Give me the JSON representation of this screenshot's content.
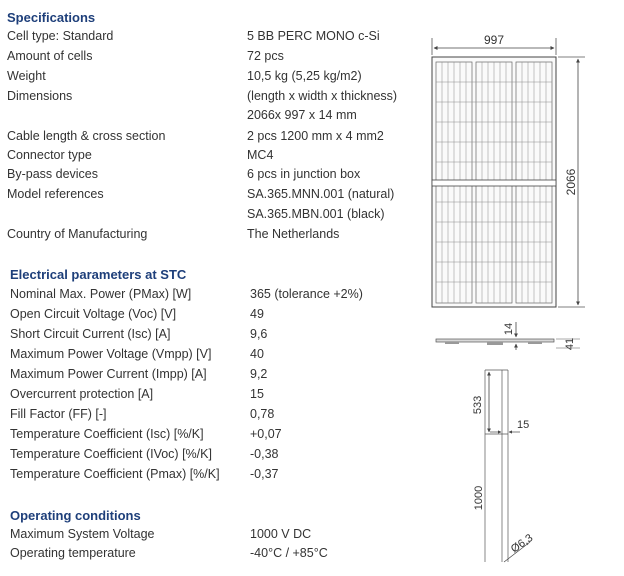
{
  "specifications": {
    "heading": "Specifications",
    "rows": [
      {
        "label": "Cell type: Standard",
        "value": "5 BB PERC MONO c-Si"
      },
      {
        "label": "Amount of cells",
        "value": "72 pcs"
      },
      {
        "label": "Weight",
        "value": "10,5 kg (5,25 kg/m2)"
      },
      {
        "label": "Dimensions",
        "value": "(length x width x thickness)"
      },
      {
        "label": "",
        "value": "2066x 997 x 14 mm"
      },
      {
        "label": "Cable length & cross section",
        "value": "2 pcs 1200 mm x 4 mm2"
      },
      {
        "label": "Connector type",
        "value": "MC4"
      },
      {
        "label": "By-pass devices",
        "value": "6 pcs in junction box"
      },
      {
        "label": "Model references",
        "value": "SA.365.MNN.001 (natural)"
      },
      {
        "label": "",
        "value": "SA.365.MBN.001 (black)"
      },
      {
        "label": "Country of Manufacturing",
        "value": "The Netherlands"
      }
    ]
  },
  "electrical": {
    "heading": "Electrical parameters at STC",
    "rows": [
      {
        "label": "Nominal Max. Power (PMax) [W]",
        "value": "365 (tolerance +2%)"
      },
      {
        "label": "Open Circuit Voltage (Voc) [V]",
        "value": "49"
      },
      {
        "label": "Short Circuit Current (Isc) [A]",
        "value": "9,6"
      },
      {
        "label": "Maximum Power Voltage (Vmpp) [V]",
        "value": "40"
      },
      {
        "label": "Maximum Power Current (Impp) [A]",
        "value": "9,2"
      },
      {
        "label": "Overcurrent protection [A]",
        "value": "15"
      },
      {
        "label": "Fill Factor (FF) [-]",
        "value": "0,78"
      },
      {
        "label": "Temperature Coefficient (Isc) [%/K]",
        "value": "+0,07"
      },
      {
        "label": "Temperature Coefficient (IVoc) [%/K]",
        "value": "-0,38"
      },
      {
        "label": "Temperature Coefficient (Pmax) [%/K]",
        "value": "-0,37"
      }
    ]
  },
  "operating": {
    "heading": "Operating conditions",
    "rows": [
      {
        "label": "Maximum System Voltage",
        "value": "1000 V DC"
      },
      {
        "label": "Operating temperature",
        "value": "-40°C / +85°C"
      }
    ]
  },
  "drawing": {
    "width_label": "997",
    "length_label": "2066",
    "thickness_label": "14",
    "profile_label": "41",
    "cable_top_label": "533",
    "cable_gap_label": "15",
    "cable_length_label": "1000",
    "diameter_label": "Ø6,3"
  }
}
